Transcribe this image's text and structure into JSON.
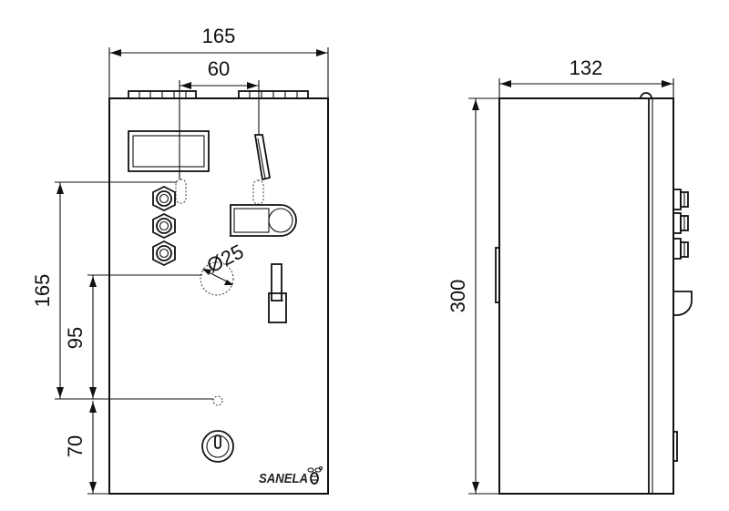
{
  "front_view": {
    "width_dim": "165",
    "spacing_dim": "60",
    "diameter_dim": "Ø25",
    "height_dim_upper": "165",
    "height_dim_middle": "95",
    "height_dim_lower": "70",
    "logo_text": "SANELA"
  },
  "side_view": {
    "depth_dim": "132",
    "height_dim": "300"
  },
  "colors": {
    "line": "#111111",
    "background": "#ffffff"
  }
}
